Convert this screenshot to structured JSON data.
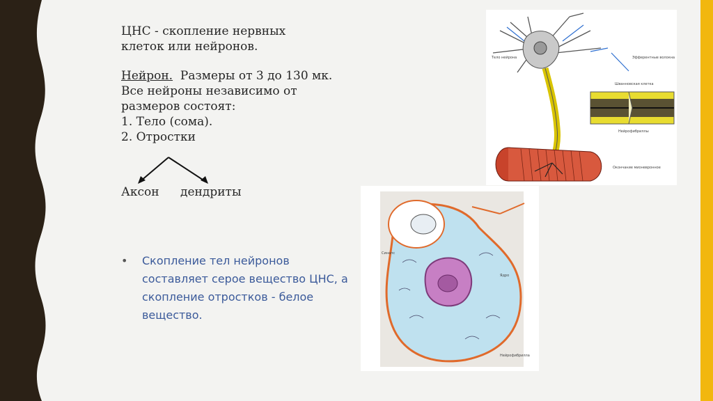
{
  "slide": {
    "intro_lines": [
      "ЦНС - скопление нервных",
      "клеток или нейронов."
    ],
    "neuron_heading": "Нейрон.",
    "neuron_rest": "  Размеры от 3 до 130 мк.",
    "body_lines": [
      "Все нейроны независимо от",
      "размеров состоят:",
      "1. Тело (сома).",
      "2. Отростки"
    ],
    "branch_left": "Аксон",
    "branch_right": "дендриты",
    "bullet": "Скопление тел нейронов составляет серое вещество ЦНС, а скопление отростков - белое вещество."
  },
  "colors": {
    "accent_right": "#f2b70f",
    "left_band": "#2b2116",
    "bullet_text": "#3b5a9a"
  },
  "images": {
    "neuron_diagram": "neuron-diagram-image",
    "cell_micrograph": "neuron-cell-illustration-image"
  }
}
